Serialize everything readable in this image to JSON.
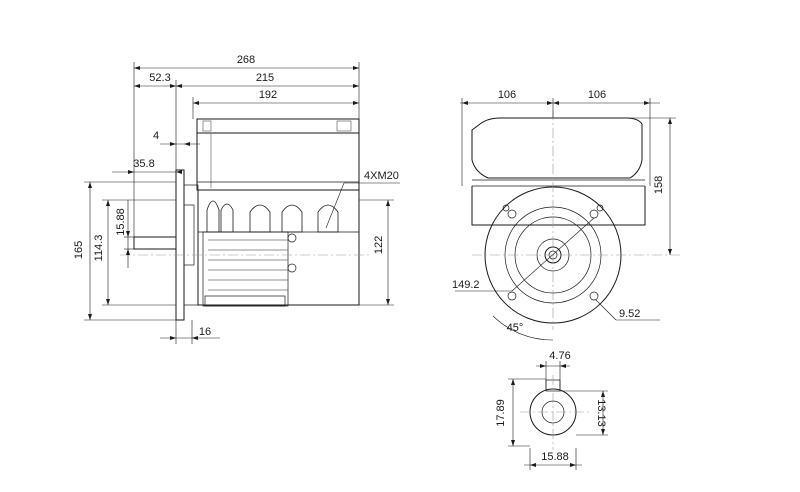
{
  "dimensions": {
    "overall_length": "268",
    "shaft_extension": "52.3",
    "body_length": "215",
    "box_length": "192",
    "flange_thickness": "4",
    "shaft_length": "35.8",
    "shaft_diameter": "15.88",
    "pilot_diameter": "114.3",
    "flange_height": "165",
    "foot_offset": "16",
    "conduit_entries": "4XM20",
    "axis_height": "122",
    "half_width_left": "106",
    "half_width_right": "106",
    "box_height": "158",
    "bolt_circle": "149.2",
    "bolt_angle": "45°",
    "bolt_hole": "9.52",
    "key_width": "4.76",
    "key_height": "17.89",
    "key_depth": "13.13",
    "key_shaft_diameter": "15.88"
  }
}
